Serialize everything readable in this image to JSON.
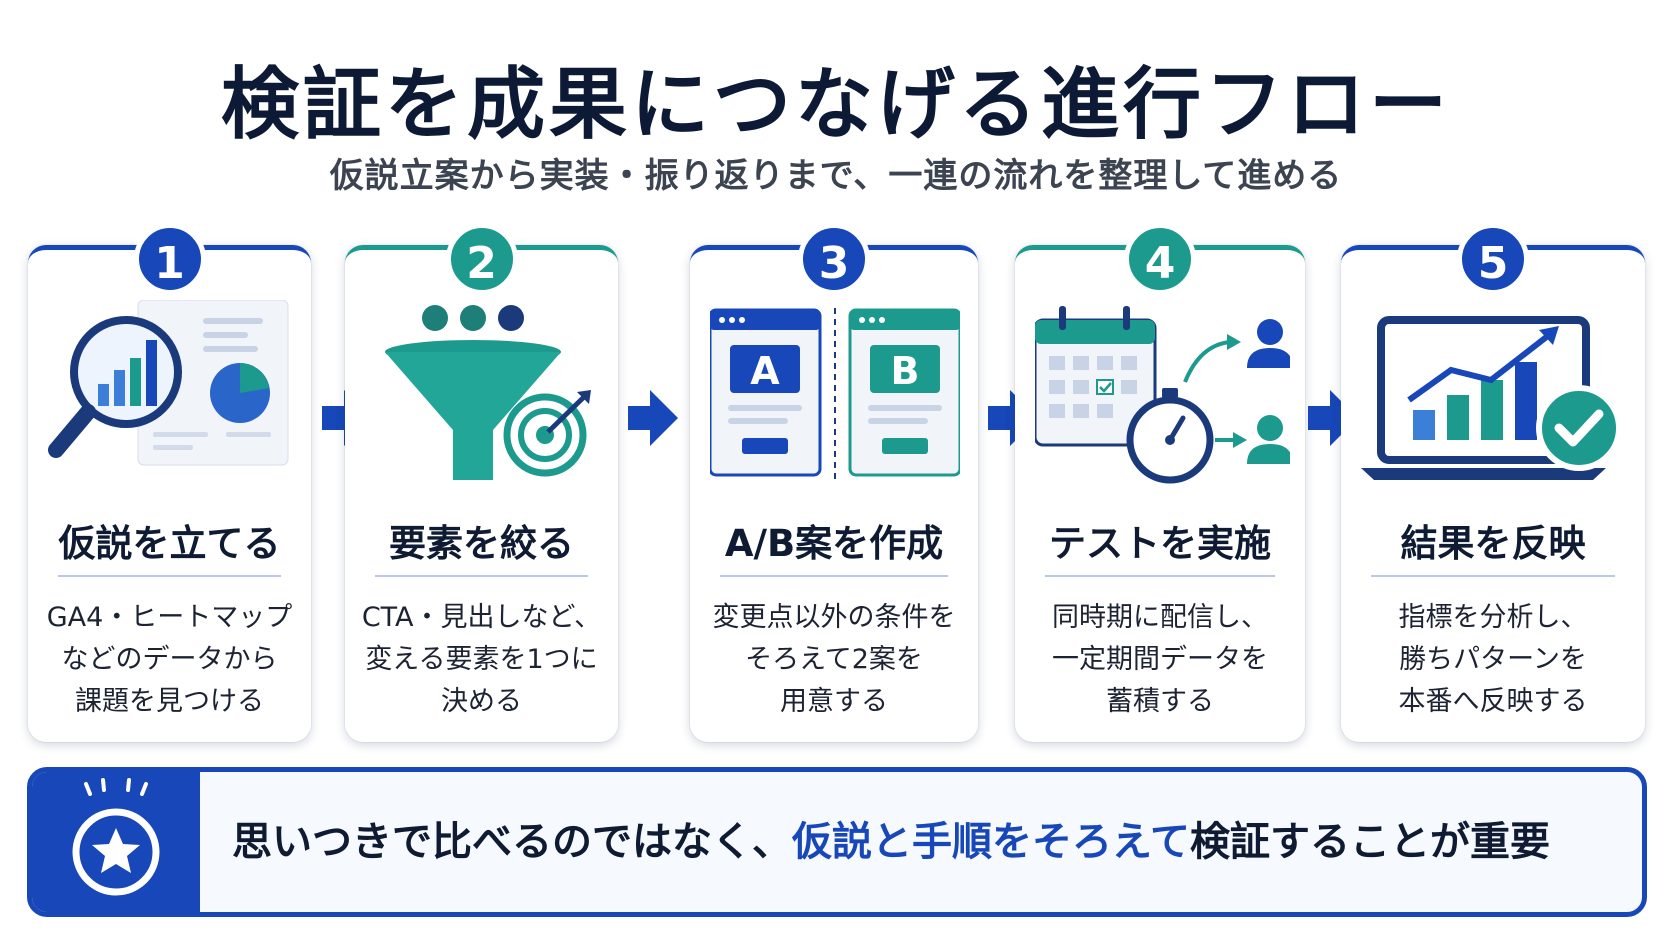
{
  "title": "検証を成果につなげる進行フロー",
  "subtitle": "仮説立案から実装・振り返りまで、一連の流れを整理して進める",
  "steps": [
    {
      "number": "1",
      "title": "仮説を立てる",
      "desc": [
        "GA4・ヒートマップ",
        "などのデータから",
        "課題を見つける"
      ],
      "color": "#1747b8"
    },
    {
      "number": "2",
      "title": "要素を絞る",
      "desc": [
        "CTA・見出しなど、",
        "変える要素を1つに",
        "決める"
      ],
      "color": "#1d9a8e"
    },
    {
      "number": "3",
      "title": "A/B案を作成",
      "desc": [
        "変更点以外の条件を",
        "そろえて2案を",
        "用意する"
      ],
      "color": "#1747b8",
      "variant_a": "A",
      "variant_b": "B"
    },
    {
      "number": "4",
      "title": "テストを実施",
      "desc": [
        "同時期に配信し、",
        "一定期間データを",
        "蓄積する"
      ],
      "color": "#1d9a8e"
    },
    {
      "number": "5",
      "title": "結果を反映",
      "desc": [
        "指標を分析し、",
        "勝ちパターンを",
        "本番へ反映する"
      ],
      "color": "#1747b8"
    }
  ],
  "banner": {
    "part1": "思いつきで比べるのではなく、",
    "highlight": "仮説と手順をそろえて",
    "part2": "検証することが重要"
  },
  "colors": {
    "primary": "#1747b8",
    "accent": "#1d9a8e",
    "dark": "#0f1b33"
  }
}
